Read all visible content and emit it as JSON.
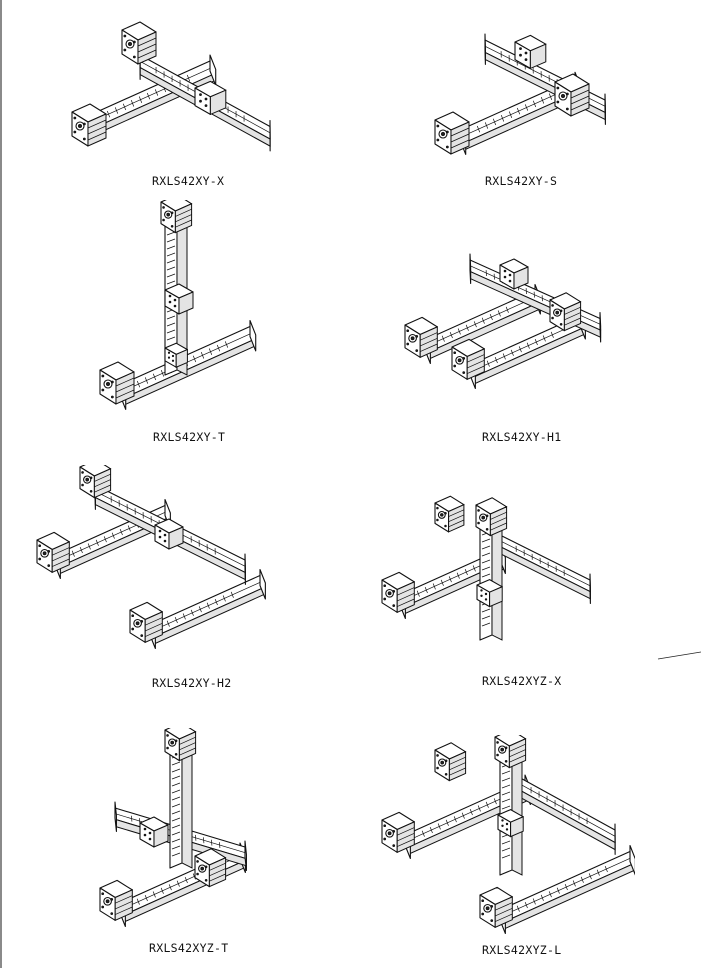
{
  "products": [
    {
      "model": "RXLS42XY-X"
    },
    {
      "model": "RXLS42XY-S"
    },
    {
      "model": "RXLS42XY-T"
    },
    {
      "model": "RXLS42XY-H1"
    },
    {
      "model": "RXLS42XY-H2"
    },
    {
      "model": "RXLS42XYZ-X"
    },
    {
      "model": "RXLS42XYZ-T"
    },
    {
      "model": "RXLS42XYZ-L"
    }
  ]
}
